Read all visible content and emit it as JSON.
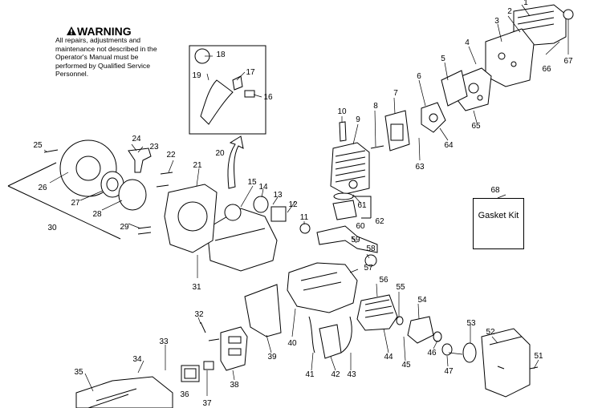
{
  "warning": {
    "title": "WARNING",
    "text": "All repairs, adjustments and maintenance not described in the Operator's Manual must be performed by Qualified Service Personnel."
  },
  "gasket_kit": {
    "number": "68",
    "label": "Gasket Kit"
  },
  "callouts": [
    {
      "id": "c1",
      "label": "1"
    },
    {
      "id": "c2",
      "label": "2"
    },
    {
      "id": "c3",
      "label": "3"
    },
    {
      "id": "c4",
      "label": "4"
    },
    {
      "id": "c5",
      "label": "5"
    },
    {
      "id": "c6",
      "label": "6"
    },
    {
      "id": "c7",
      "label": "7"
    },
    {
      "id": "c8",
      "label": "8"
    },
    {
      "id": "c9",
      "label": "9"
    },
    {
      "id": "c10",
      "label": "10"
    },
    {
      "id": "c11",
      "label": "11"
    },
    {
      "id": "c12",
      "label": "12"
    },
    {
      "id": "c13",
      "label": "13"
    },
    {
      "id": "c14",
      "label": "14"
    },
    {
      "id": "c15",
      "label": "15"
    },
    {
      "id": "c16",
      "label": "16"
    },
    {
      "id": "c17",
      "label": "17"
    },
    {
      "id": "c18",
      "label": "18"
    },
    {
      "id": "c19",
      "label": "19"
    },
    {
      "id": "c20",
      "label": "20"
    },
    {
      "id": "c21",
      "label": "21"
    },
    {
      "id": "c22",
      "label": "22"
    },
    {
      "id": "c23",
      "label": "23"
    },
    {
      "id": "c24",
      "label": "24"
    },
    {
      "id": "c25",
      "label": "25"
    },
    {
      "id": "c26",
      "label": "26"
    },
    {
      "id": "c27",
      "label": "27"
    },
    {
      "id": "c28",
      "label": "28"
    },
    {
      "id": "c29",
      "label": "29"
    },
    {
      "id": "c30",
      "label": "30"
    },
    {
      "id": "c31",
      "label": "31"
    },
    {
      "id": "c32",
      "label": "32"
    },
    {
      "id": "c33",
      "label": "33"
    },
    {
      "id": "c34",
      "label": "34"
    },
    {
      "id": "c35",
      "label": "35"
    },
    {
      "id": "c36",
      "label": "36"
    },
    {
      "id": "c37",
      "label": "37"
    },
    {
      "id": "c38",
      "label": "38"
    },
    {
      "id": "c39",
      "label": "39"
    },
    {
      "id": "c40",
      "label": "40"
    },
    {
      "id": "c41",
      "label": "41"
    },
    {
      "id": "c42",
      "label": "42"
    },
    {
      "id": "c43",
      "label": "43"
    },
    {
      "id": "c44",
      "label": "44"
    },
    {
      "id": "c45",
      "label": "45"
    },
    {
      "id": "c46",
      "label": "46"
    },
    {
      "id": "c47",
      "label": "47"
    },
    {
      "id": "c51",
      "label": "51"
    },
    {
      "id": "c52",
      "label": "52"
    },
    {
      "id": "c53",
      "label": "53"
    },
    {
      "id": "c54",
      "label": "54"
    },
    {
      "id": "c55",
      "label": "55"
    },
    {
      "id": "c56",
      "label": "56"
    },
    {
      "id": "c57",
      "label": "57"
    },
    {
      "id": "c58",
      "label": "58"
    },
    {
      "id": "c59",
      "label": "59"
    },
    {
      "id": "c60",
      "label": "60"
    },
    {
      "id": "c61",
      "label": "61"
    },
    {
      "id": "c62",
      "label": "62"
    },
    {
      "id": "c63",
      "label": "63"
    },
    {
      "id": "c64",
      "label": "64"
    },
    {
      "id": "c65",
      "label": "65"
    },
    {
      "id": "c66",
      "label": "66"
    },
    {
      "id": "c67",
      "label": "67"
    }
  ]
}
